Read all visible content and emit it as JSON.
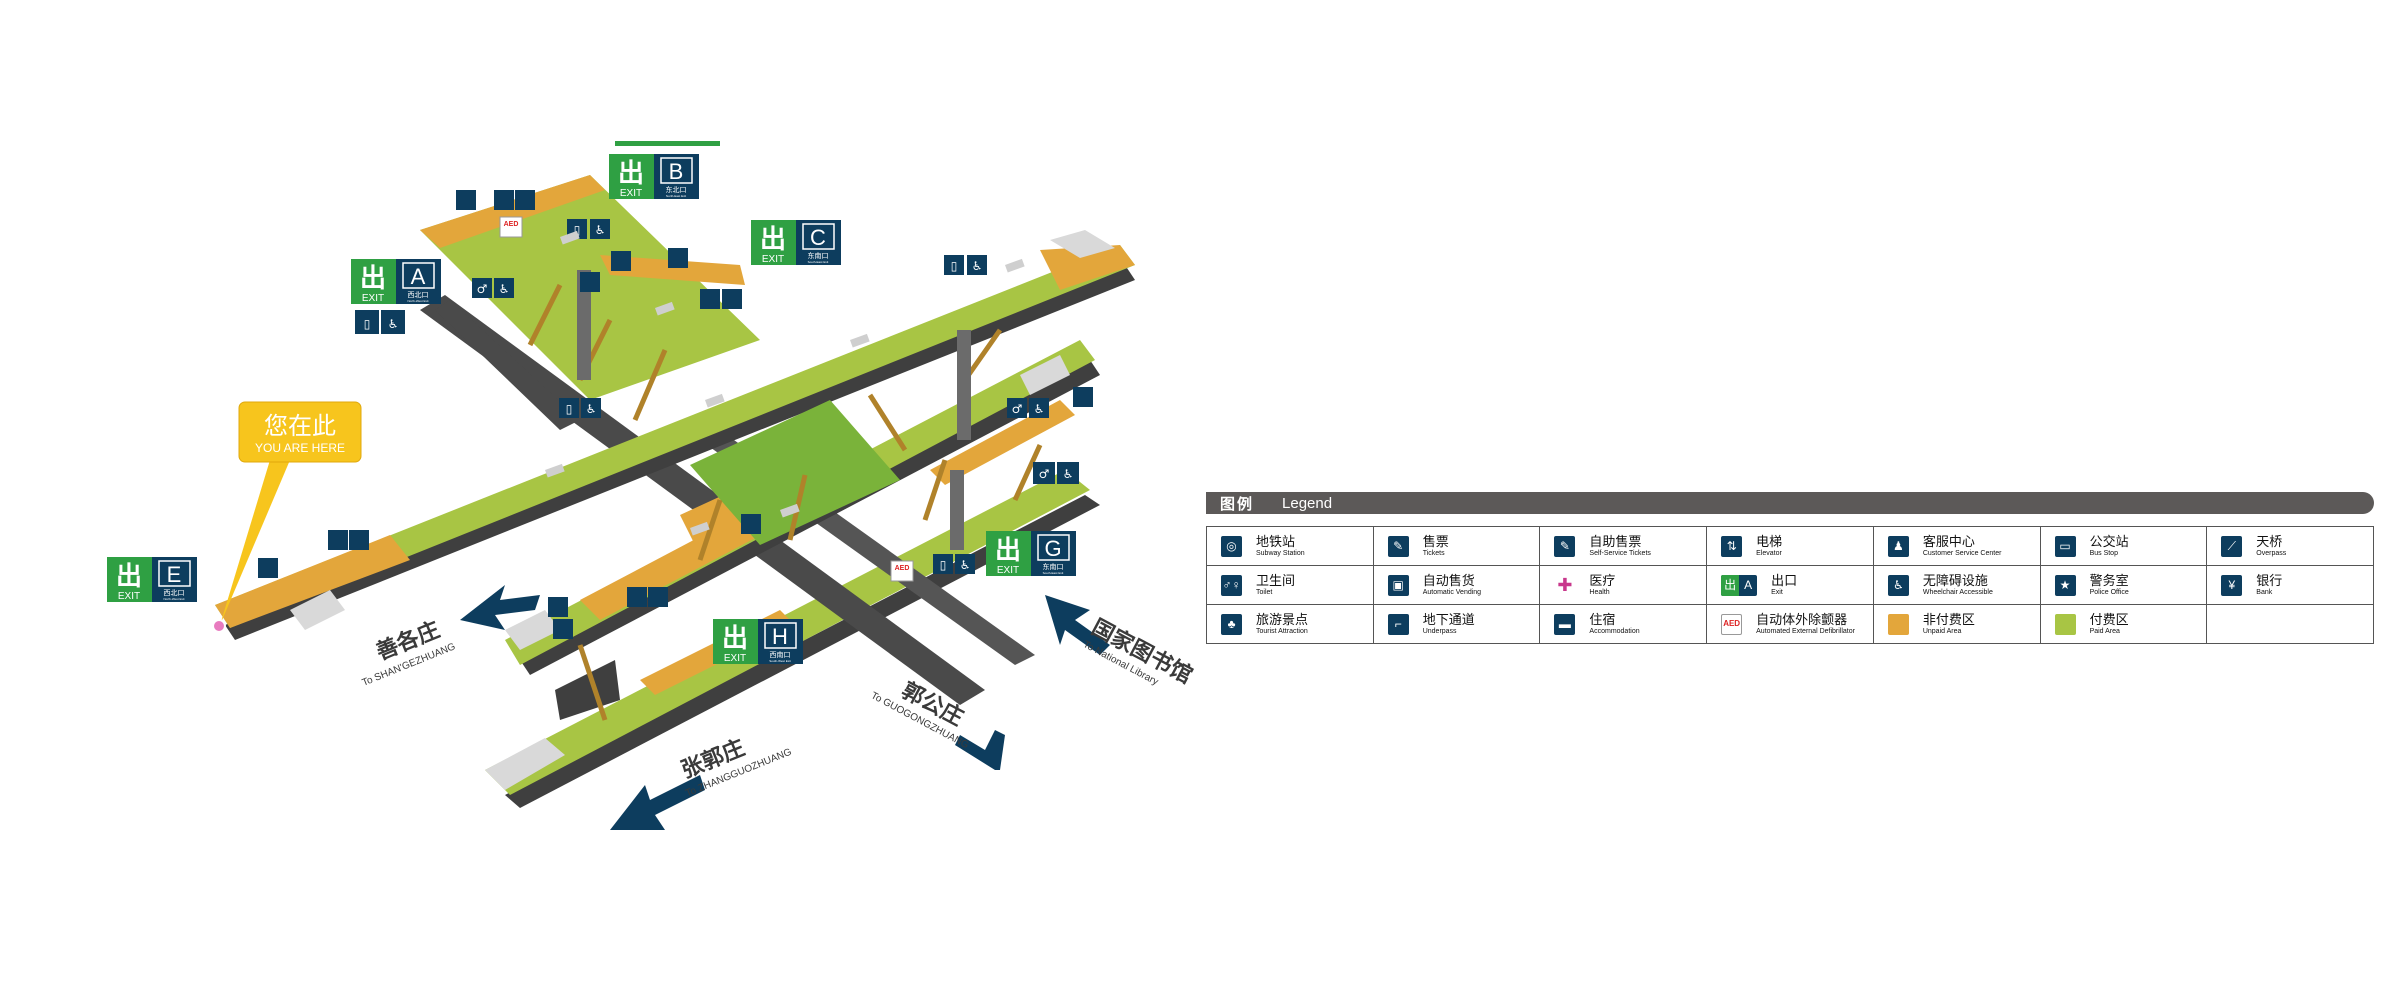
{
  "you_are_here": {
    "zh": "您在此",
    "en": "YOU ARE HERE"
  },
  "exits": [
    {
      "letter": "A",
      "exit_text": "EXIT",
      "glyph": "出",
      "sub_zh": "西北口",
      "sub_en": "North-West Exit"
    },
    {
      "letter": "B",
      "exit_text": "EXIT",
      "glyph": "出",
      "sub_zh": "东北口",
      "sub_en": "North-East Exit"
    },
    {
      "letter": "C",
      "exit_text": "EXIT",
      "glyph": "出",
      "sub_zh": "东南口",
      "sub_en": "South-East Exit"
    },
    {
      "letter": "E",
      "exit_text": "EXIT",
      "glyph": "出",
      "sub_zh": "西北口",
      "sub_en": "North-West Exit"
    },
    {
      "letter": "G",
      "exit_text": "EXIT",
      "glyph": "出",
      "sub_zh": "东南口",
      "sub_en": "South-East Exit"
    },
    {
      "letter": "H",
      "exit_text": "EXIT",
      "glyph": "出",
      "sub_zh": "西南口",
      "sub_en": "South-West Exit"
    }
  ],
  "directions": [
    {
      "zh": "善各庄",
      "en": "To SHAN'GEZHUANG"
    },
    {
      "zh": "国家图书馆",
      "en": "To National Library"
    },
    {
      "zh": "郭公庄",
      "en": "To GUOGONGZHUANG"
    },
    {
      "zh": "张郭庄",
      "en": "To ZHANGGUOZHUANG"
    }
  ],
  "aed_label": "AED",
  "legend": {
    "title_zh": "图例",
    "title_en": "Legend",
    "items": [
      {
        "zh": "地铁站",
        "en": "Subway Station",
        "icon": "subway-icon",
        "glyph": "◎"
      },
      {
        "zh": "售票",
        "en": "Tickets",
        "icon": "ticket-icon",
        "glyph": "✎"
      },
      {
        "zh": "自助售票",
        "en": "Self-Service Tickets",
        "icon": "self-ticket-icon",
        "glyph": "✎"
      },
      {
        "zh": "电梯",
        "en": "Elevator",
        "icon": "elevator-icon",
        "glyph": "⇅"
      },
      {
        "zh": "客服中心",
        "en": "Customer Service Center",
        "icon": "service-center-icon",
        "glyph": "♟"
      },
      {
        "zh": "公交站",
        "en": "Bus Stop",
        "icon": "bus-icon",
        "glyph": "▭"
      },
      {
        "zh": "天桥",
        "en": "Overpass",
        "icon": "overpass-icon",
        "glyph": "⟋"
      },
      {
        "zh": "卫生间",
        "en": "Toilet",
        "icon": "toilet-icon",
        "glyph": "♂♀"
      },
      {
        "zh": "自动售货",
        "en": "Automatic Vending",
        "icon": "vending-icon",
        "glyph": "▣"
      },
      {
        "zh": "医疗",
        "en": "Health",
        "icon": "health-icon",
        "glyph": "✚"
      },
      {
        "zh": "出口",
        "en": "Exit",
        "icon": "exit-icon",
        "glyph": "出"
      },
      {
        "zh": "无障碍设施",
        "en": "Wheelchair Accessible",
        "icon": "wheelchair-icon",
        "glyph": "♿"
      },
      {
        "zh": "警务室",
        "en": "Police Office",
        "icon": "police-icon",
        "glyph": "★"
      },
      {
        "zh": "银行",
        "en": "Bank",
        "icon": "bank-icon",
        "glyph": "¥"
      },
      {
        "zh": "旅游景点",
        "en": "Tourist Attraction",
        "icon": "tourist-icon",
        "glyph": "♣"
      },
      {
        "zh": "地下通道",
        "en": "Underpass",
        "icon": "underpass-icon",
        "glyph": "⌐"
      },
      {
        "zh": "住宿",
        "en": "Accommodation",
        "icon": "bed-icon",
        "glyph": "▬"
      },
      {
        "zh": "自动体外除颤器",
        "en": "Automated External Defibrillator",
        "icon": "aed-icon",
        "glyph": "AED"
      },
      {
        "zh": "非付费区",
        "en": "Unpaid Area",
        "icon": "unpaid-swatch-icon",
        "glyph": ""
      },
      {
        "zh": "付费区",
        "en": "Paid Area",
        "icon": "paid-swatch-icon",
        "glyph": ""
      }
    ]
  },
  "colors": {
    "paid_area": "#a8c544",
    "unpaid_area": "#e3a63b",
    "exit_green": "#2fa043",
    "sign_navy": "#0d3d5e",
    "track_dark": "#4a4a4a",
    "you_are_here_yellow": "#f7c51d",
    "legend_bar": "#5c5958"
  }
}
